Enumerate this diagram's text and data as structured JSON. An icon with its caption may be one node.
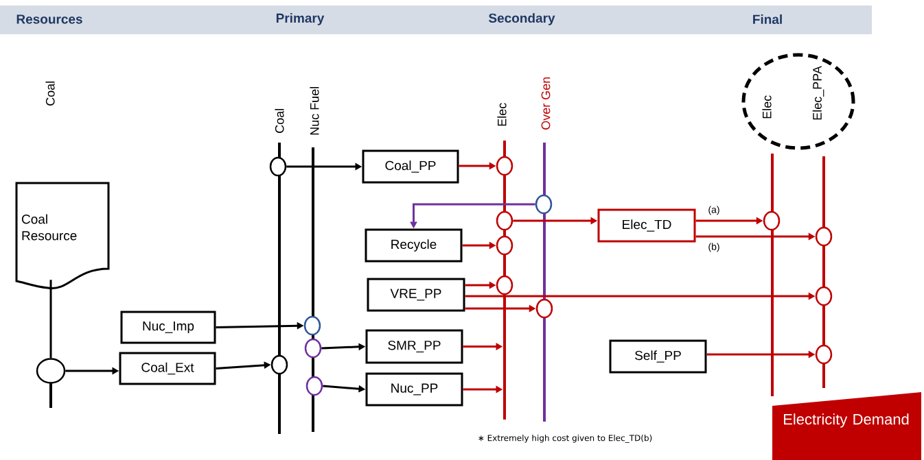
{
  "diagram": {
    "nodes": [
      {
        "text": [
          "Coal Resource"
        ]
      },
      {
        "text": [
          "Nuc_Imp"
        ]
      },
      {
        "text": [
          "Coal_Ext"
        ]
      },
      {
        "text": [
          "Coal_PP"
        ]
      },
      {
        "text": [
          "Recycle"
        ]
      },
      {
        "text": [
          "VRE_PP"
        ]
      },
      {
        "text": [
          "SMR_PP"
        ]
      },
      {
        "text": [
          "Nuc_PP"
        ]
      },
      {
        "text": [
          "Elec_TD"
        ]
      },
      {
        "text": [
          "Self_PP"
        ]
      },
      {
        "text": [
          "Electricity Demand"
        ]
      },
      {
        "text": [],
        "shape": "circle"
      },
      {
        "text": [],
        "shape": "circle"
      },
      {
        "text": [],
        "shape": "circle"
      },
      {
        "text": [],
        "shape": "circle"
      },
      {
        "text": [],
        "shape": "circle"
      },
      {
        "text": [],
        "shape": "circle"
      },
      {
        "text": [],
        "shape": "circle"
      },
      {
        "text": [],
        "shape": "circle"
      },
      {
        "text": [],
        "shape": "circle"
      },
      {
        "text": [],
        "shape": "circle"
      },
      {
        "text": [],
        "shape": "circle"
      },
      {
        "text": [],
        "shape": "circle"
      },
      {
        "text": [],
        "shape": "circle"
      },
      {
        "text": [],
        "shape": "circle"
      },
      {
        "text": [],
        "shape": "circle"
      },
      {
        "text": [],
        "shape": "circle"
      }
    ],
    "edges": [
      {
        "from": 0,
        "to": 11,
        "arrow": "none",
        "color": "#000000"
      },
      {
        "from": 11,
        "to": 2,
        "arrow": "to",
        "color": "#000000"
      },
      {
        "from": 2,
        "to": 13,
        "arrow": "to",
        "color": "#000000"
      },
      {
        "from": 1,
        "to": 14,
        "arrow": "to",
        "color": "#000000"
      },
      {
        "from": 12,
        "to": 3,
        "arrow": "to",
        "color": "#000000"
      },
      {
        "from": 15,
        "to": 6,
        "arrow": "to",
        "color": "#000000"
      },
      {
        "from": 16,
        "to": 7,
        "arrow": "to",
        "color": "#000000"
      },
      {
        "from": 3,
        "to": 17,
        "arrow": "to"
      },
      {
        "from": 18,
        "to": 4,
        "arrow": "to",
        "color": "#7030a0"
      },
      {
        "from": 19,
        "to": 8,
        "arrow": "to"
      },
      {
        "from": 4,
        "to": 20,
        "arrow": "to"
      },
      {
        "from": 5,
        "to": 21,
        "arrow": "to"
      },
      {
        "from": 5,
        "to": 25,
        "arrow": "to"
      },
      {
        "from": 5,
        "to": 22,
        "arrow": "to"
      },
      {
        "from": 6,
        "to": null,
        "arrow": "to"
      },
      {
        "from": 7,
        "to": null,
        "arrow": "to"
      },
      {
        "from": 8,
        "to": 23,
        "arrow": "to",
        "label": "(a)"
      },
      {
        "from": 8,
        "to": 24,
        "arrow": "to",
        "label": "(b)"
      },
      {
        "from": 9,
        "to": 26,
        "arrow": "to"
      }
    ],
    "labels": [
      "Resources",
      "Primary",
      "Secondary",
      "Final",
      "Coal",
      "Coal",
      "Nuc Fuel",
      "Elec",
      "Over Gen",
      "Elec",
      "Elec_PPA",
      "∗ Extremely high cost given to Elec_TD(b)"
    ]
  }
}
